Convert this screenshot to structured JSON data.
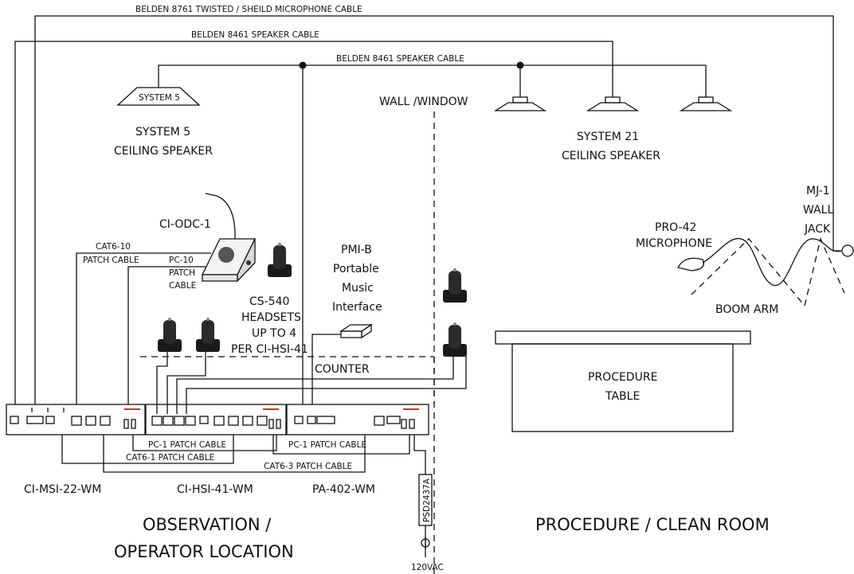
{
  "cables": {
    "mic_cable": "BELDEN 8761 TWISTED / SHEILD MICROPHONE CABLE",
    "speaker_cable_1": "BELDEN 8461 SPEAKER CABLE",
    "speaker_cable_2": "BELDEN 8461 SPEAKER CABLE",
    "cat6_10": "CAT6-10",
    "patch_cable": "PATCH CABLE",
    "pc10_line1": "PC-10",
    "pc10_line2": "PATCH",
    "pc10_line3": "CABLE",
    "pc1_a": "PC-1 PATCH CABLE",
    "pc1_b": "PC-1 PATCH CABLE",
    "cat6_1": "CAT6-1 PATCH CABLE",
    "cat6_3": "CAT6-3 PATCH CABLE"
  },
  "speakers": {
    "system5_box": "SYSTEM 5",
    "system5_line1": "SYSTEM 5",
    "system5_line2": "CEILING SPEAKER",
    "system21_line1": "SYSTEM 21",
    "system21_line2": "CEILING SPEAKER"
  },
  "wall_window": "WALL /WINDOW",
  "odc": "CI-ODC-1",
  "pmib": {
    "line1": "PMI-B",
    "line2": "Portable",
    "line3": "Music",
    "line4": "Interface"
  },
  "headsets": {
    "line1": "CS-540",
    "line2": "HEADSETS",
    "line3": "UP TO 4",
    "line4": "PER CI-HSI-41"
  },
  "counter": "COUNTER",
  "microphone": {
    "line1": "PRO-42",
    "line2": "MICROPHONE"
  },
  "jack": {
    "line1": "MJ-1",
    "line2": "WALL",
    "line3": "JACK"
  },
  "boom_arm": "BOOM ARM",
  "table": {
    "line1": "PROCEDURE",
    "line2": "TABLE"
  },
  "units": {
    "msi": "CI-MSI-22-WM",
    "hsi": "CI-HSI-41-WM",
    "pa": "PA-402-WM"
  },
  "psu": "PSD2437A",
  "power": "120VAC",
  "locations": {
    "observation_line1": "OBSERVATION /",
    "observation_line2": "OPERATOR LOCATION",
    "procedure": "PROCEDURE / CLEAN ROOM"
  }
}
